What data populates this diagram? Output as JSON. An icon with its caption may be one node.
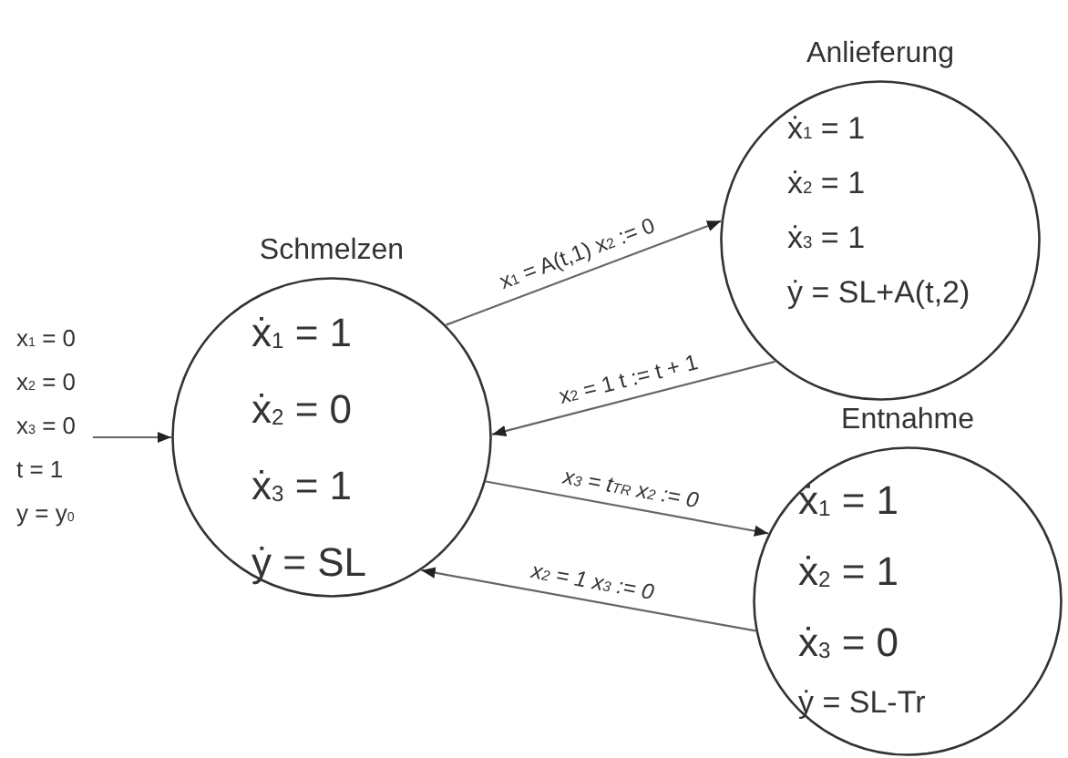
{
  "diagram": {
    "nodes": [
      {
        "text": [
          "Schmelzen",
          "ẋ$_{1}$ = 1",
          "ẋ$_{2}$ = 0",
          "ẋ$_{3}$ = 1",
          "ẏ = SL"
        ]
      },
      {
        "text": [
          "Anlieferung",
          "ẋ$_{1}$ = 1",
          "ẋ$_{2}$ = 1",
          "ẋ$_{3}$ = 1",
          "ẏ = SL+A(t,2)"
        ]
      },
      {
        "text": [
          "Entnahme",
          "ẋ$_{1}$ = 1",
          "ẋ$_{2}$ = 1",
          "ẋ$_{3}$ = 0",
          "ẏ = SL-Tr"
        ]
      },
      {
        "text": [
          "x$_{1}$ = 0",
          "x$_{2}$ = 0",
          "x$_{3}$ = 0",
          "t = 1",
          "y = y$_{0}$"
        ]
      }
    ],
    "edges": [
      {
        "from": 3,
        "to": 0,
        "arrow": "to"
      },
      {
        "from": 0,
        "to": 1,
        "arrow": "to",
        "label": "x$_{1}$ = A(t,1) x$_{2}$ := 0"
      },
      {
        "from": 1,
        "to": 0,
        "arrow": "to",
        "label": "x$_{2}$ = 1 t := t + 1"
      },
      {
        "from": 0,
        "to": 2,
        "arrow": "to",
        "label": "x$_{3}$ = t$_{TR}$ x$_{2}$ := 0"
      },
      {
        "from": 2,
        "to": 0,
        "arrow": "to",
        "label": "x$_{2}$ = 1 x$_{3}$ := 0"
      }
    ]
  }
}
